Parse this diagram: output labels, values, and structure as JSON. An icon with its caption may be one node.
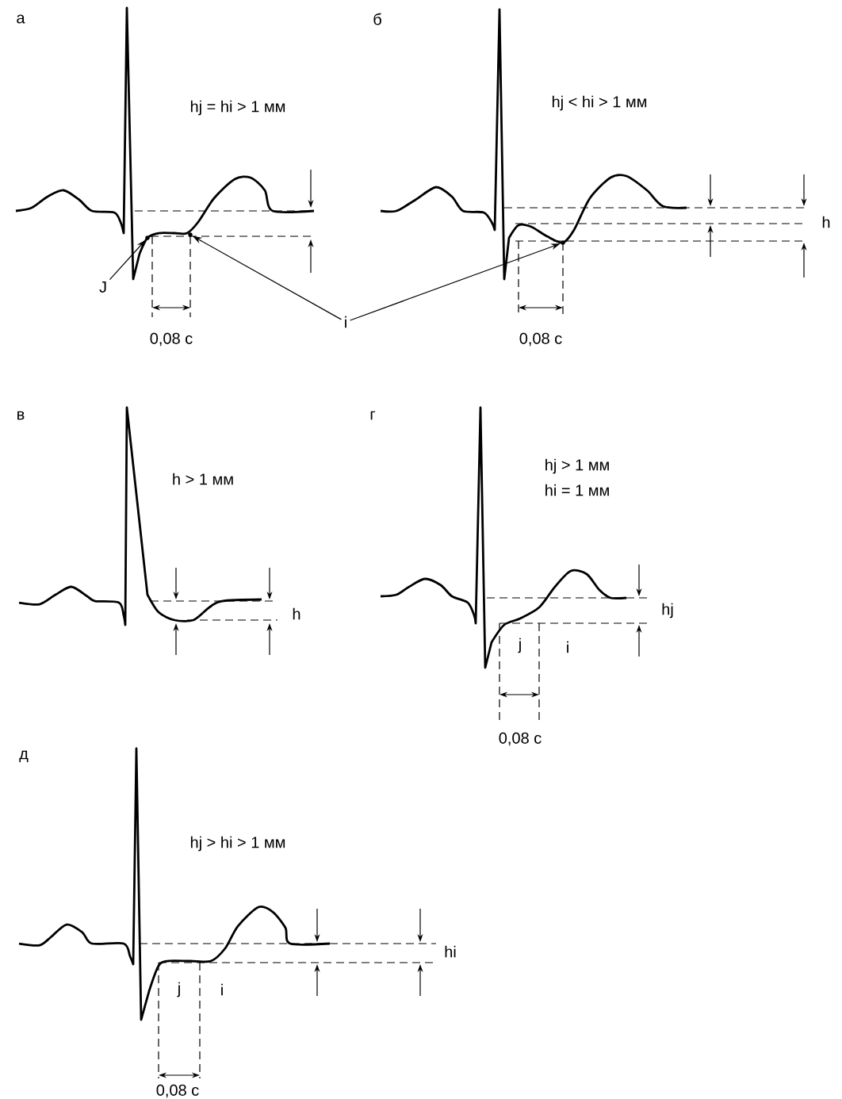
{
  "diagram": {
    "nodes": [
      {
        "text": [
          "J"
        ]
      },
      {
        "text": [],
        "shape": "point"
      },
      {
        "text": [
          "i"
        ]
      },
      {
        "text": [],
        "shape": "point"
      },
      {
        "text": [],
        "shape": "point"
      }
    ],
    "edges": [
      {
        "from": 0,
        "to": 1,
        "arrow": "to"
      },
      {
        "from": 2,
        "to": 3,
        "arrow": "to"
      },
      {
        "from": 2,
        "to": 4,
        "arrow": "to"
      }
    ],
    "labels": [
      "а",
      "hj = hi > 1 мм",
      "0,08 с",
      "б",
      "hj < hi > 1 мм",
      "h",
      "0,08 с",
      "в",
      "h > 1 мм",
      "h",
      "г",
      "hj > 1 мм",
      "hi = 1 мм",
      "hj",
      "j",
      "i",
      "0,08 с",
      "д",
      "hj > hi > 1 мм",
      "hi",
      "j",
      "i",
      "0,08 с"
    ]
  }
}
